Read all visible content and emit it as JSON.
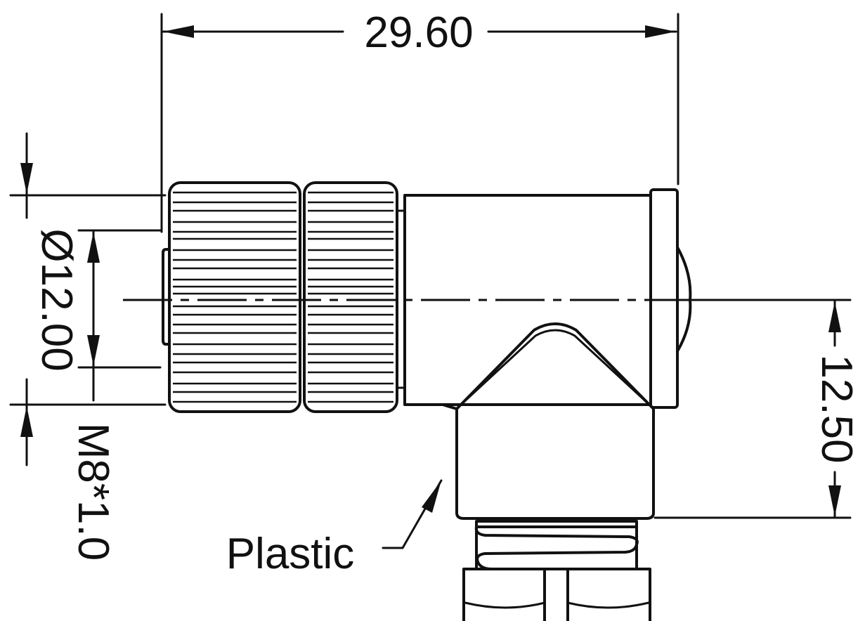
{
  "dimensions": {
    "overall_length": "29.60",
    "diameter": "Ø12.00",
    "height": "12.50",
    "thread": "M8*1.0"
  },
  "annotations": {
    "material": "Plastic"
  }
}
